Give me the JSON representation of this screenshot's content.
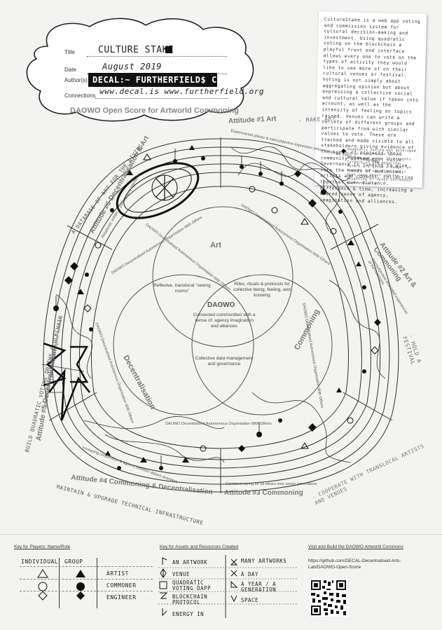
{
  "title_card": {
    "title_label": "Title",
    "title_value": "CULTURE STAKE",
    "date_label": "Date",
    "date_value": "August 2019",
    "authors_label": "Author(s)",
    "authors_value": "DECAL:~ FURTHERFIELD$ CD",
    "connections_label": "Connections",
    "connections_value": "www.decal.is  www.furtherfield.org",
    "subtitle": "DAOWO Open Score for Artworld Commoning"
  },
  "note": {
    "text": "CultureStake is a web app voting and commission system for cultural decision-making and investment. Using quadratic voting on the blockchain a playful front end interface allows every one to vote on the types of activity they would like to see more of on their cultural venues or festival. Voting is not simply about aggregating opinion but about expressing a collective social and cultural value if taken into account, as well as the intensity of feeling on topics raised. Venues can write a variety of different groups and participate from with similar values to vote. These are tracked and made visible to all stakeholders giving evidence of the types of projects their community wanted most value. Governance is funding to give into the hands of audiences, artists and commons, collecting together over distance, difference & time, increasing a shared sense of agency, imagination and alliances.",
    "footnote": "Quadratic Voting was developed as an improvement on one person one vote. It prevents tyranny of the majority. Voters are given a budget of credits to spend on topics they care about and the weighting of votes increases quadratically."
  },
  "venn": {
    "art": "Art",
    "decentralisation": "Decentralisation",
    "commoning": "Commoning",
    "center_title": "DAOWO",
    "center_desc": "Connected communities with a sense of: agency imagination and alliances",
    "art_dec": "Reflexive, translocal \"seeing rooms\"",
    "art_com": "Rites, rituals & protocols for collective being, feeling, and knowing",
    "dec_com": "Collective data management and governance"
  },
  "ring": {
    "inner_text": "DAOWO Decentralised Autonomous Organisation With Others"
  },
  "attitudes": {
    "a1": "Attitude #1 Art",
    "a1_hand": "- MAKE ART",
    "a1_sub": "Experimental places & intersubjective expression between beings, things & environments",
    "a2": "Attitude #2 Art & Commoning",
    "a2_hand": "- HOLD A FESTIVAL",
    "a2_sub": "Intersubjective embodied experiences of the commons",
    "a3": "Attitude #3 Commoning",
    "a3_hand": "- COOPERATE WITH TRANSLOCAL ARTISTS AND VENUES",
    "a3_sub": "Confident caring for all others over seven generations",
    "a4": "Attitude #4 Commoning & Decentralisation",
    "a4_hand": "MAINTAIN & UPGRADE TECHNICAL INFRASTRUCTURE",
    "a4_sub": "Increasing cooperation & agency between distant strangers",
    "a5": "Attitude #5 Decentralisation",
    "a5_hand": "BUILD QUADRATIC VOTING ON THE BLOCKCHAIN",
    "a5_sub": "Distributed provenance & vigilance against violations",
    "a6": "Attitude #6 Decentralisation & Art",
    "a6_hand": "A DATABASE OF ART FOR THE LIVING",
    "a6_sub": "Relational, artistic & participatory interfaces"
  },
  "key_players": {
    "title": "Key for Players: Name/Role",
    "individual": "INDIVIDUAL",
    "group": "GROUP",
    "roles": [
      "ARTIST",
      "COMMONER",
      "ENGINEER"
    ]
  },
  "key_assets": {
    "title": "Key for Assets and Resources Created",
    "left": [
      "AN ARTWORK",
      "VENUE",
      "QUADRATIC VOTING DAPP",
      "BLOCKCHAIN PROTOCOL",
      "ENERGY IN"
    ],
    "right": [
      "MANY ARTWORKS",
      "A DAY",
      "A YEAR / A GENERATION",
      "SPACE"
    ]
  },
  "visit": {
    "title": "Visit and Build the DAOWO Artworld Commons",
    "url_line1": "https://github.com/DECAL-Decentralised-Arts-",
    "url_line2": "Lab/DAOWO-Open-Score"
  }
}
